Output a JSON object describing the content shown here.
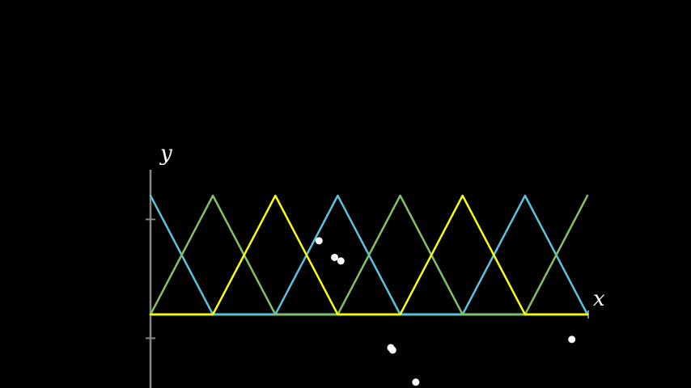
{
  "chart_data": {
    "type": "line",
    "xlabel": "x",
    "ylabel": "y",
    "xlim": [
      0,
      7
    ],
    "ylim": [
      -0.8,
      1.2
    ],
    "y_ticks": [
      -0.2,
      0.8
    ],
    "grid": false,
    "axis_color": "#888888",
    "background": "#000000",
    "series": [
      {
        "color": "#58c4dd",
        "x": [
          0,
          1,
          2,
          3,
          4,
          5,
          6,
          7
        ],
        "y": [
          1,
          0,
          0,
          1,
          0,
          0,
          1,
          0
        ]
      },
      {
        "color": "#83c167",
        "x": [
          0,
          1,
          2,
          3,
          4,
          5,
          6,
          7
        ],
        "y": [
          0,
          1,
          0,
          0,
          1,
          0,
          0,
          1
        ]
      },
      {
        "color": "#ffff00",
        "x": [
          0,
          1,
          2,
          3,
          4,
          5,
          6,
          7
        ],
        "y": [
          0,
          0,
          1,
          0,
          0,
          1,
          0,
          0
        ]
      }
    ],
    "baseline": {
      "color": "#83c167",
      "y": 0
    },
    "scatter": {
      "color": "#ffffff",
      "points": [
        [
          2.7,
          0.62
        ],
        [
          2.95,
          0.48
        ],
        [
          3.05,
          0.45
        ],
        [
          3.85,
          -0.28
        ],
        [
          3.88,
          -0.3
        ],
        [
          4.25,
          -0.57
        ],
        [
          6.75,
          -0.21
        ]
      ]
    }
  }
}
